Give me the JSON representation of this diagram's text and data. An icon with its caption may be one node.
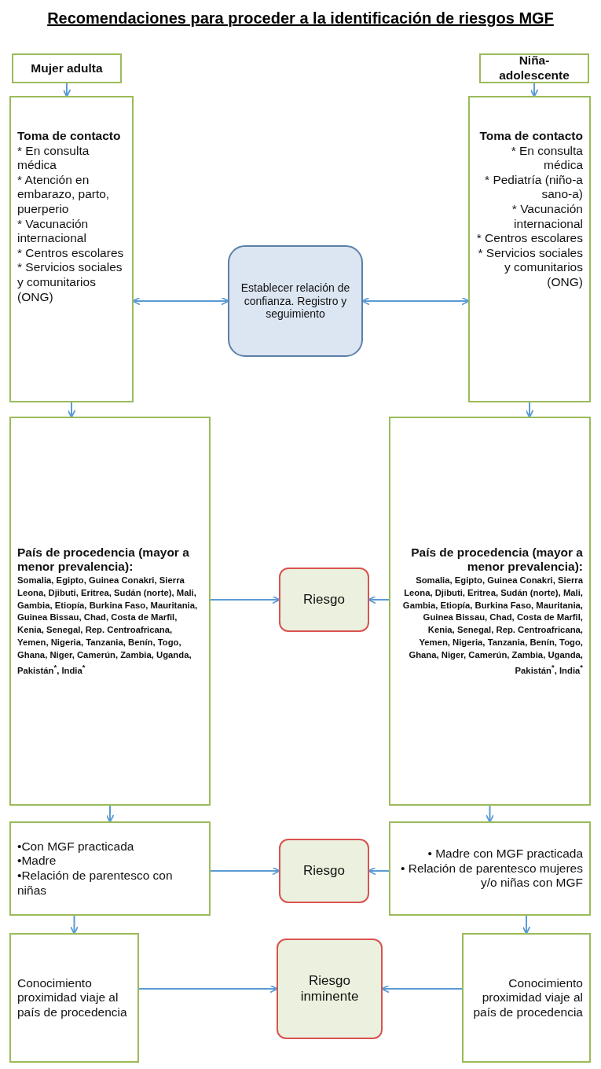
{
  "diagram": {
    "title": "Recomendaciones para proceder a la identificación de riesgos MGF",
    "nodes": [
      {
        "text": [
          "Mujer adulta"
        ]
      },
      {
        "text": [
          "Niña-adolescente"
        ]
      },
      {
        "text": [
          "Toma de contacto",
          "* En consulta médica",
          "* Atención en embarazo, parto, puerperio",
          "* Vacunación internacional",
          "* Centros escolares",
          "* Servicios sociales y comunitarios (ONG)"
        ]
      },
      {
        "text": [
          "Establecer relación de confianza. Registro y seguimiento"
        ]
      },
      {
        "text": [
          "Toma de contacto",
          "* En consulta médica",
          "* Pediatría (niño-a sano-a)",
          "* Vacunación internacional",
          "* Centros escolares",
          "* Servicios sociales y comunitarios (ONG)"
        ]
      },
      {
        "text": [
          "País de procedencia (mayor a menor prevalencia):",
          "Somalia, Egipto, Guinea Conakri, Sierra Leona, Djibuti, Eritrea, Sudán (norte), Mali, Gambia, Etiopía, Burkina Faso, Mauritania, Guinea Bissau, Chad, Costa de Marfil, Kenia, Senegal, Rep. Centroafricana, Yemen, Nigeria, Tanzania, Benín, Togo, Ghana, Niger, Camerún, Zambia, Uganda, Pakistán$^{*}$, India$^{*}$"
        ]
      },
      {
        "text": [
          "Riesgo"
        ]
      },
      {
        "text": [
          "País de procedencia (mayor a menor prevalencia):",
          "Somalia, Egipto, Guinea Conakri, Sierra Leona, Djibuti, Eritrea, Sudán (norte), Mali, Gambia, Etiopía, Burkina Faso, Mauritania, Guinea Bissau, Chad, Costa de Marfil, Kenia, Senegal, Rep. Centroafricana, Yemen, Nigeria, Tanzania, Benín, Togo, Ghana, Niger, Camerún, Zambia, Uganda, Pakistán$^{*}$, India$^{*}$"
        ]
      },
      {
        "text": [
          "•Con MGF practicada",
          "•Madre",
          "•Relación de parentesco con niñas"
        ]
      },
      {
        "text": [
          "Riesgo"
        ]
      },
      {
        "text": [
          "• Madre con MGF practicada",
          "• Relación de parentesco mujeres y/o niñas con MGF"
        ]
      },
      {
        "text": [
          "Conocimiento proximidad viaje al país de procedencia"
        ]
      },
      {
        "text": [
          "Riesgo inminente"
        ]
      },
      {
        "text": [
          "Conocimiento proximidad viaje al país de procedencia"
        ]
      }
    ],
    "edges": [
      {
        "from": 0,
        "to": 2,
        "arrow": "to"
      },
      {
        "from": 1,
        "to": 4,
        "arrow": "to"
      },
      {
        "from": 2,
        "to": 3,
        "arrow": "both"
      },
      {
        "from": 3,
        "to": 4,
        "arrow": "both"
      },
      {
        "from": 2,
        "to": 5,
        "arrow": "to"
      },
      {
        "from": 4,
        "to": 7,
        "arrow": "to"
      },
      {
        "from": 5,
        "to": 6,
        "arrow": "to"
      },
      {
        "from": 7,
        "to": 6,
        "arrow": "to"
      },
      {
        "from": 5,
        "to": 8,
        "arrow": "to"
      },
      {
        "from": 7,
        "to": 10,
        "arrow": "to"
      },
      {
        "from": 8,
        "to": 9,
        "arrow": "to"
      },
      {
        "from": 10,
        "to": 9,
        "arrow": "to"
      },
      {
        "from": 8,
        "to": 11,
        "arrow": "to"
      },
      {
        "from": 10,
        "to": 13,
        "arrow": "to"
      },
      {
        "from": 11,
        "to": 12,
        "arrow": "to"
      },
      {
        "from": 13,
        "to": 12,
        "arrow": "to"
      }
    ]
  }
}
